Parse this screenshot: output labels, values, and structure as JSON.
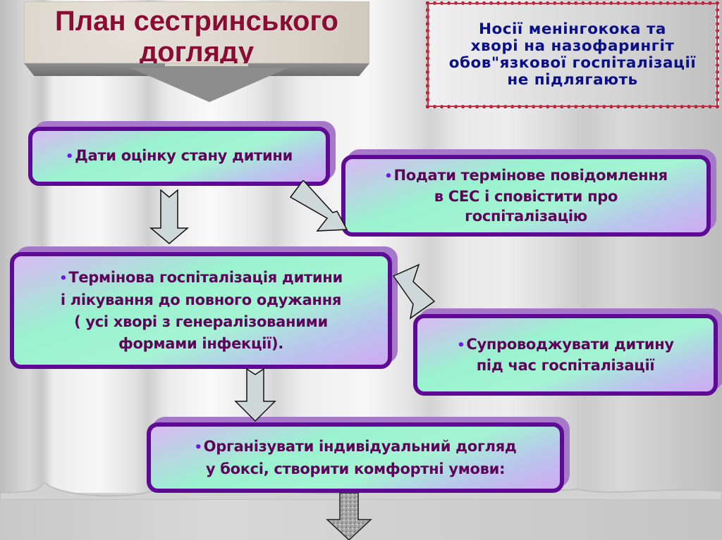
{
  "title": {
    "line1": "План сестринського",
    "line2": "догляду",
    "color": "#8a0c35"
  },
  "info_box": {
    "lines": [
      "Носії менінгокока та",
      "хворі на назофарингіт",
      "обов\"язкової госпіталізації",
      "не підлягають"
    ],
    "text_color": "#0b0f8a",
    "border_color": "#b0172f"
  },
  "flow": {
    "bullet": "•",
    "steps": [
      {
        "id": "assess",
        "lines": [
          "Дати оцінку стану дитини"
        ]
      },
      {
        "id": "notify",
        "lines": [
          "Подати термінове повідомлення",
          "в СЕС і сповістити про",
          "госпіталізацію"
        ]
      },
      {
        "id": "hospitalize",
        "lines": [
          "Термінова госпіталізація дитини",
          "і лікування до повного одужання",
          "( усі хворі з генералізованими",
          "формами інфекції)."
        ]
      },
      {
        "id": "accompany",
        "lines": [
          "Супроводжувати дитину",
          "під час госпіталізації"
        ]
      },
      {
        "id": "organize",
        "lines": [
          "Організувати індивідуальний догляд",
          "у боксі, створити комфортні умови:"
        ]
      }
    ],
    "colors": {
      "box_border": "#5e0a94",
      "box_shadow": "#a678c8",
      "text": "#5e0459",
      "bullet": "#6f18e8",
      "arrow_fill": "#cfd8d8"
    }
  }
}
